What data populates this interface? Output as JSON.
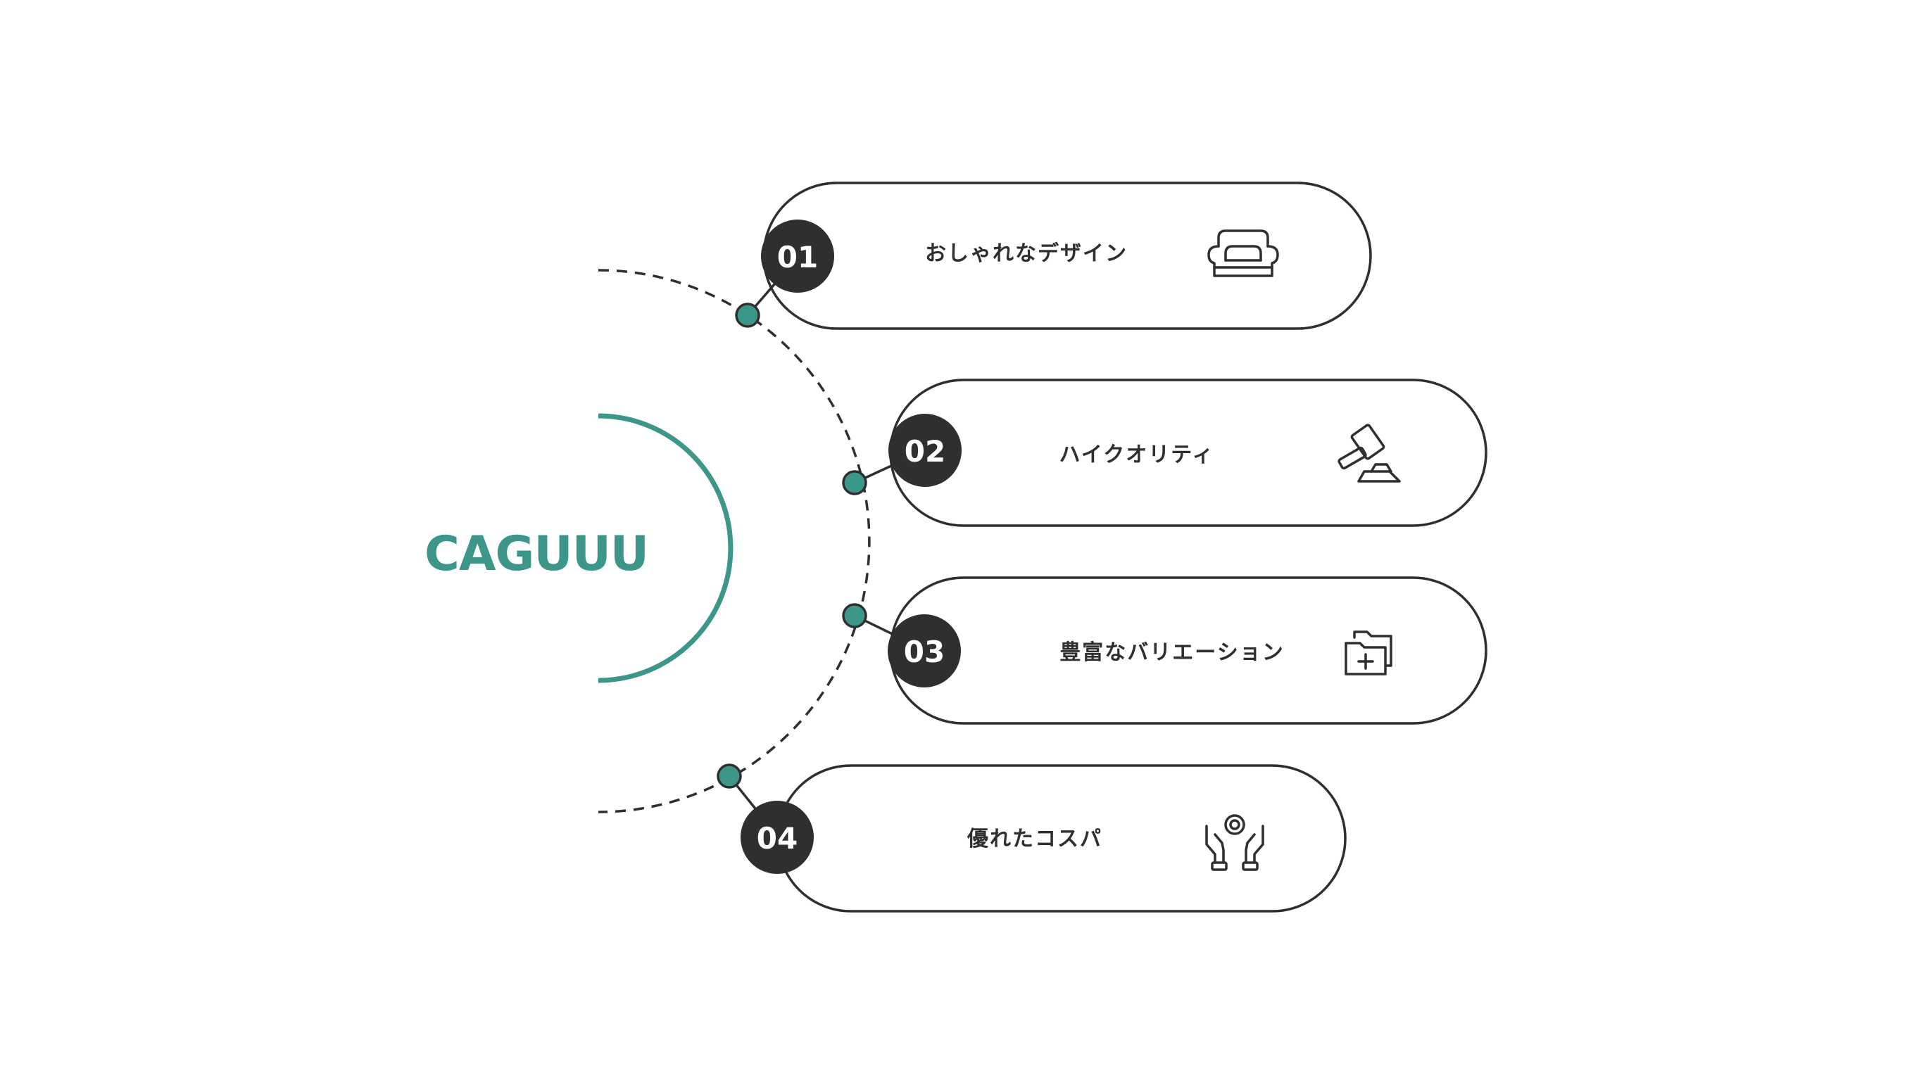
{
  "brand": {
    "name": "CAGUUU",
    "color": "#3d968a"
  },
  "colors": {
    "accent": "#3d968a",
    "dark": "#2f2f2f",
    "background": "#ffffff"
  },
  "features": [
    {
      "number": "01",
      "label": "おしゃれなデザイン",
      "icon": "sofa-icon"
    },
    {
      "number": "02",
      "label": "ハイクオリティ",
      "icon": "gavel-icon"
    },
    {
      "number": "03",
      "label": "豊富なバリエーション",
      "icon": "folder-add-icon"
    },
    {
      "number": "04",
      "label": "優れたコスパ",
      "icon": "hands-gear-icon"
    }
  ]
}
